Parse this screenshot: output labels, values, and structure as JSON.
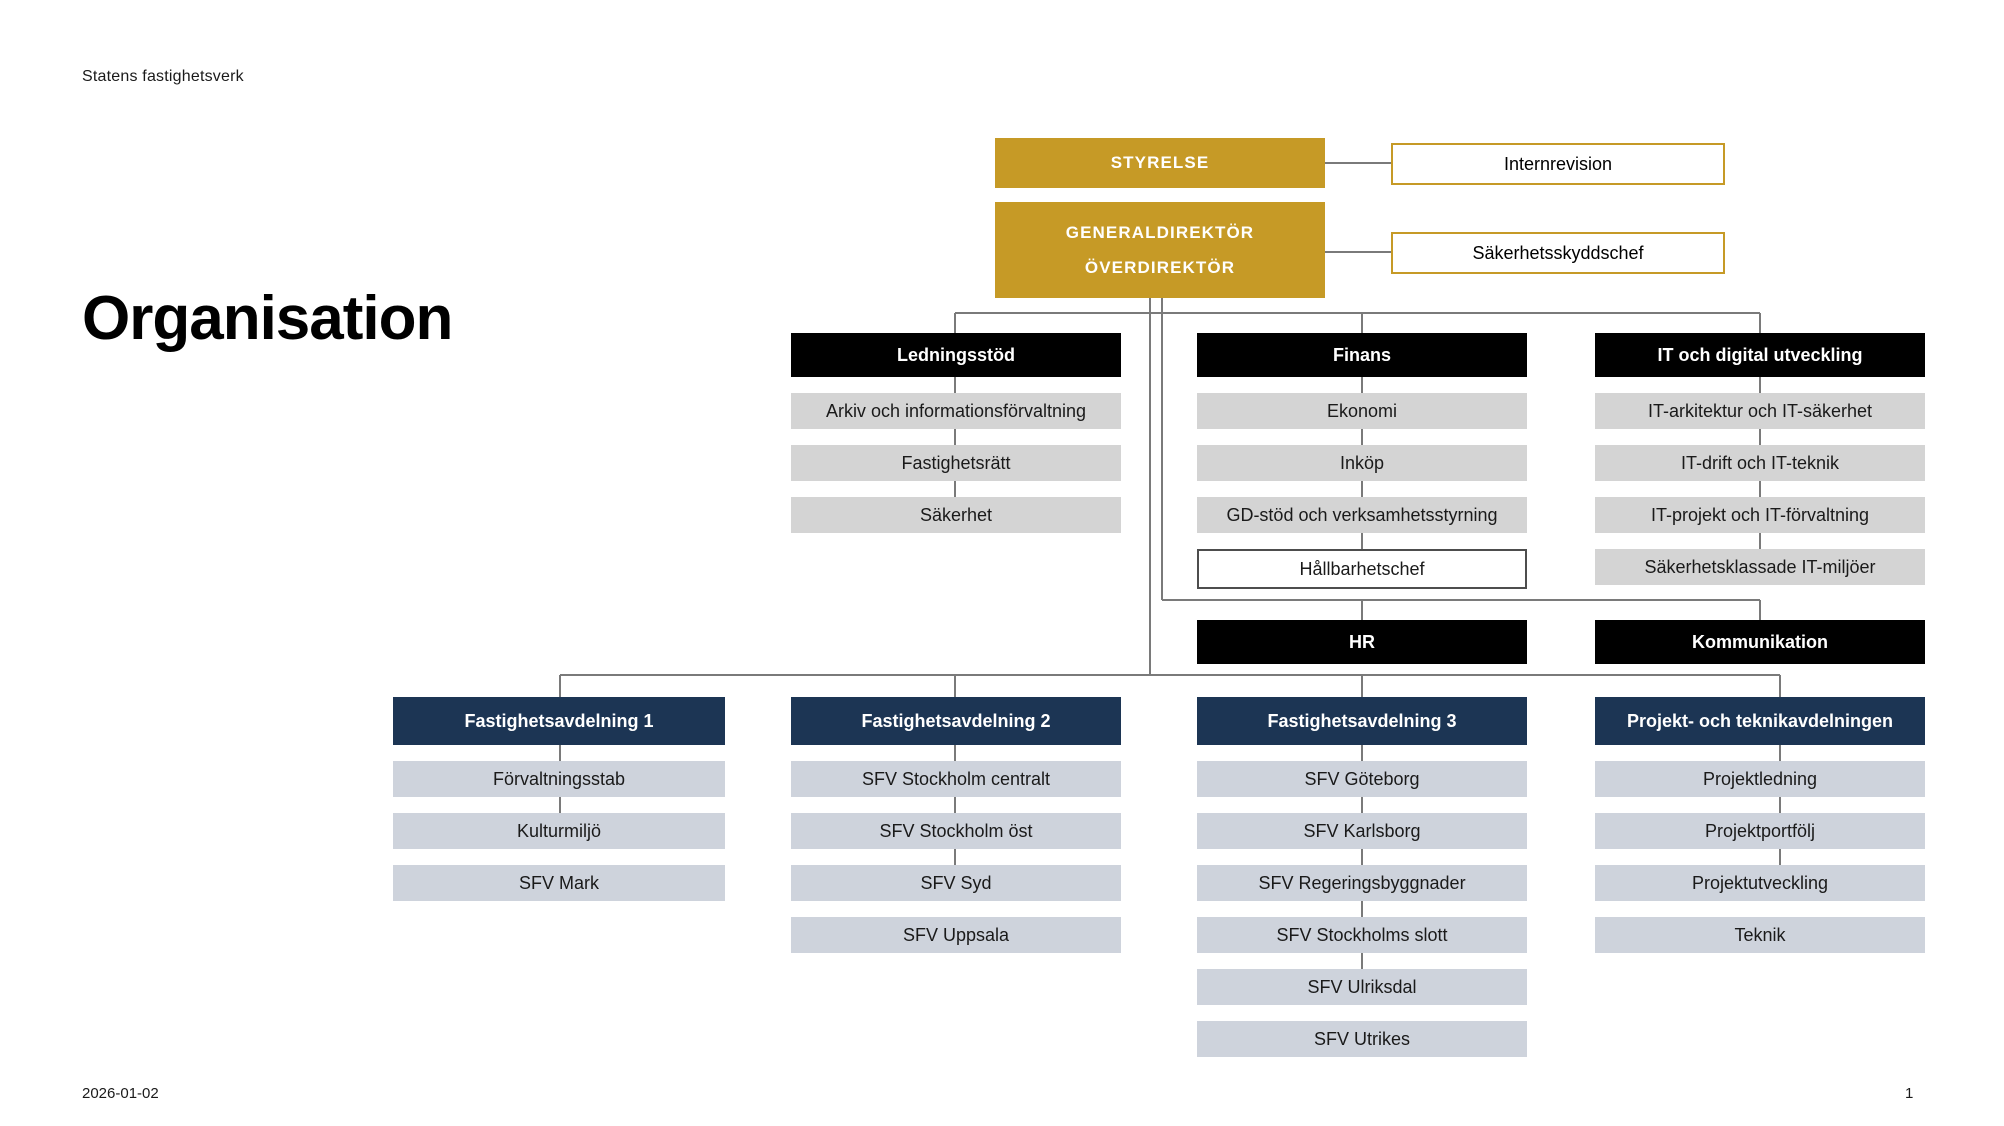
{
  "slide": {
    "brand": "Statens fastighetsverk",
    "title": "Organisation",
    "footer_date": "2026-01-02",
    "footer_page": "1"
  },
  "colors": {
    "gold": "#c69a26",
    "navy": "#1c3554",
    "black": "#000000",
    "gray_sub": "#d4d4d4",
    "blue_sub": "#ced3dc",
    "connector": "#7a7a7a",
    "white": "#ffffff"
  },
  "chart_data": {
    "type": "org-chart",
    "title": "Organisation",
    "levels": [
      {
        "name": "board",
        "nodes": [
          "STYRELSE",
          "Internrevision"
        ]
      },
      {
        "name": "executive",
        "nodes": [
          "GENERALDIREKTÖR / ÖVERDIREKTÖR",
          "Säkerhetsskyddschef"
        ]
      },
      {
        "name": "staff-departments",
        "nodes": [
          "Ledningsstöd",
          "Finans",
          "IT och digital utveckling",
          "HR",
          "Kommunikation"
        ]
      },
      {
        "name": "property-departments",
        "nodes": [
          "Fastighetsavdelning 1",
          "Fastighetsavdelning 2",
          "Fastighetsavdelning 3",
          "Projekt- och teknikavdelningen"
        ]
      }
    ]
  },
  "top": {
    "styrelse": {
      "label": "STYRELSE"
    },
    "internrevision": {
      "label": "Internrevision"
    },
    "gd": {
      "line1": "GENERALDIREKTÖR",
      "line2": "ÖVERDIREKTÖR"
    },
    "sakerhetsskyddschef": {
      "label": "Säkerhetsskyddschef"
    }
  },
  "departments": [
    {
      "id": "ledningsstod",
      "head": "Ledningsstöd",
      "units": [
        {
          "label": "Arkiv och informationsförvaltning",
          "style": "sub-gray"
        },
        {
          "label": "Fastighetsrätt",
          "style": "sub-gray"
        },
        {
          "label": "Säkerhet",
          "style": "sub-gray"
        }
      ]
    },
    {
      "id": "finans",
      "head": "Finans",
      "units": [
        {
          "label": "Ekonomi",
          "style": "sub-gray"
        },
        {
          "label": "Inköp",
          "style": "sub-gray"
        },
        {
          "label": "GD-stöd och verksamhetsstyrning",
          "style": "sub-gray"
        },
        {
          "label": "Hållbarhetschef",
          "style": "outline-dark"
        }
      ]
    },
    {
      "id": "it-och-digital-utveckling",
      "head": "IT och digital utveckling",
      "units": [
        {
          "label": "IT-arkitektur och IT-säkerhet",
          "style": "sub-gray"
        },
        {
          "label": "IT-drift och IT-teknik",
          "style": "sub-gray"
        },
        {
          "label": "IT-projekt och IT-förvaltning",
          "style": "sub-gray"
        },
        {
          "label": "Säkerhetsklassade IT-miljöer",
          "style": "sub-gray"
        }
      ]
    }
  ],
  "mid_departments": [
    {
      "id": "hr",
      "head": "HR"
    },
    {
      "id": "kommunikation",
      "head": "Kommunikation"
    }
  ],
  "property_departments": [
    {
      "id": "fastighetsavdelning-1",
      "head": "Fastighetsavdelning 1",
      "units": [
        "Förvaltningsstab",
        "Kulturmiljö",
        "SFV Mark"
      ]
    },
    {
      "id": "fastighetsavdelning-2",
      "head": "Fastighetsavdelning 2",
      "units": [
        "SFV Stockholm centralt",
        "SFV Stockholm öst",
        "SFV Syd",
        "SFV Uppsala"
      ]
    },
    {
      "id": "fastighetsavdelning-3",
      "head": "Fastighetsavdelning 3",
      "units": [
        "SFV Göteborg",
        "SFV Karlsborg",
        "SFV Regeringsbyggnader",
        "SFV Stockholms slott",
        "SFV Ulriksdal",
        "SFV Utrikes"
      ]
    },
    {
      "id": "projekt-och-teknikavdelningen",
      "head": "Projekt- och teknikavdelningen",
      "units": [
        "Projektledning",
        "Projektportfölj",
        "Projektutveckling",
        "Teknik"
      ]
    }
  ]
}
